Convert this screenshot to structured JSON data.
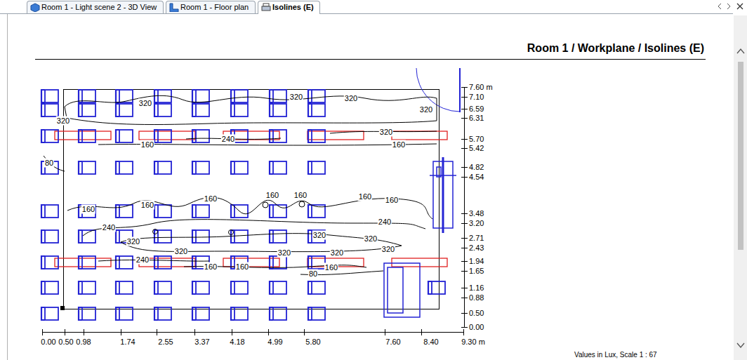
{
  "diagram": {
    "title": "Room 1 / Workplane / Isolines (E)",
    "nodes": [
      {
        "text": [
          "Room 1 - Light scene 2 - 3D View"
        ]
      },
      {
        "text": [
          "Room 1 - Floor plan"
        ]
      },
      {
        "text": [
          "Isolines (E)"
        ]
      }
    ],
    "labels": [
      "320",
      "320",
      "320",
      "320",
      "320",
      "320",
      "160",
      "240",
      "160",
      "80",
      "160",
      "160",
      "160",
      "160",
      "160",
      "160",
      "160",
      "240",
      "240",
      "320",
      "320",
      "320",
      "320",
      "320",
      "320",
      "320",
      "240",
      "160",
      "160",
      "160",
      "80",
      "7.60 m",
      "7.10",
      "6.59",
      "6.31",
      "5.70",
      "5.42",
      "4.82",
      "4.54",
      "3.48",
      "3.20",
      "2.71",
      "2.43",
      "1.94",
      "1.65",
      "1.16",
      "0.88",
      "0.50",
      "0.00",
      "0.00",
      "0.50",
      "0.98",
      "1.74",
      "2.55",
      "3.37",
      "4.18",
      "4.99",
      "5.80",
      "7.60",
      "8.40",
      "9.30 m",
      "Values in Lux, Scale 1 : 67"
    ]
  }
}
